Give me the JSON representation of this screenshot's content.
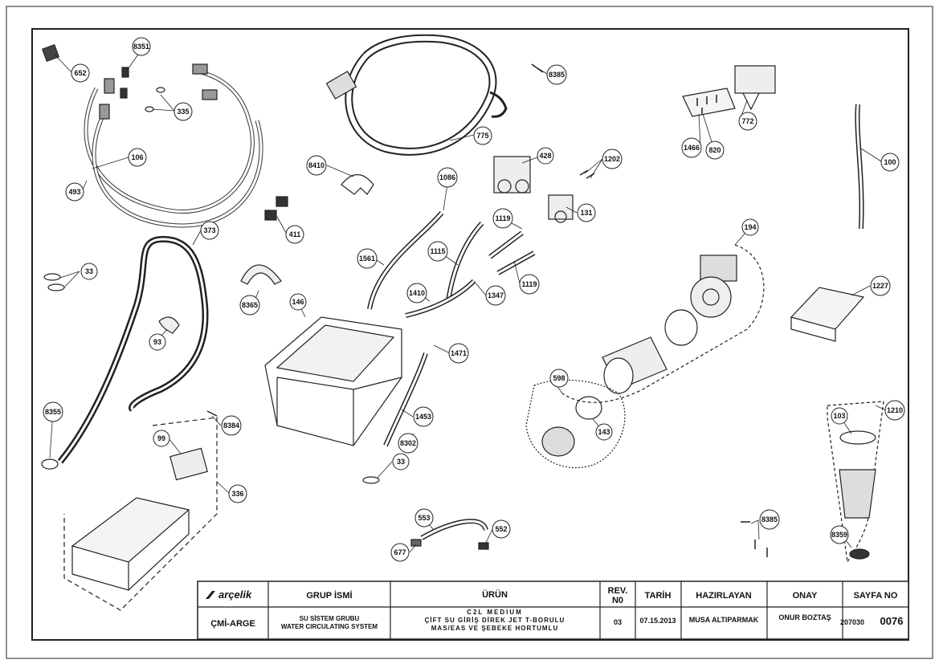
{
  "callouts": {
    "c8351": "8351",
    "c652": "652",
    "c335": "335",
    "c106": "106",
    "c493": "493",
    "c775": "775",
    "c8385a": "8385",
    "c772": "772",
    "c1466": "1466",
    "c820": "820",
    "c100": "100",
    "c8410": "8410",
    "c1086": "1086",
    "c428": "428",
    "c1202": "1202",
    "c131": "131",
    "c411": "411",
    "c373": "373",
    "c1561": "1561",
    "c1115": "1115",
    "c1119a": "1119",
    "c1119b": "1119",
    "c194": "194",
    "c33a": "33",
    "c8365": "8365",
    "c146": "146",
    "c1410": "1410",
    "c1347": "1347",
    "c1227": "1227",
    "c93": "93",
    "c1471": "1471",
    "c598": "598",
    "c1453": "1453",
    "c8355": "8355",
    "c8384": "8384",
    "c99": "99",
    "c8302": "8302",
    "c143": "143",
    "c103": "103",
    "c1210": "1210",
    "c33b": "33",
    "c336": "336",
    "c553": "553",
    "c552": "552",
    "c677": "677",
    "c8385b": "8385",
    "c8359": "8359"
  },
  "title_block": {
    "logo": "arçelik",
    "grup_ismi_label": "GRUP İSMİ",
    "urun_label": "ÜRÜN",
    "rev_label_1": "REV.",
    "rev_label_2": "N0",
    "tarih_label": "TARİH",
    "hazirlayan_label": "HAZIRLAYAN",
    "onay_label": "ONAY",
    "sayfa_label": "SAYFA NO",
    "department": "ÇMİ-ARGE",
    "group_line1": "SU SİSTEM GRUBU",
    "group_line2": "WATER CIRCULATING SYSTEM",
    "product_line1": "C2L MEDIUM",
    "product_line2": "ÇİFT SU GİRİŞ DİREK JET T-BORULU",
    "product_line3": "MAS/EAS VE ŞEBEKE HORTUMLU",
    "rev_value": "03",
    "date_value": "07.15.2013",
    "prepared_by": "MUSA ALTIPARMAK",
    "approved_by": "ONUR BOZTAŞ",
    "page_prefix": "207030",
    "page_number": "0076"
  }
}
